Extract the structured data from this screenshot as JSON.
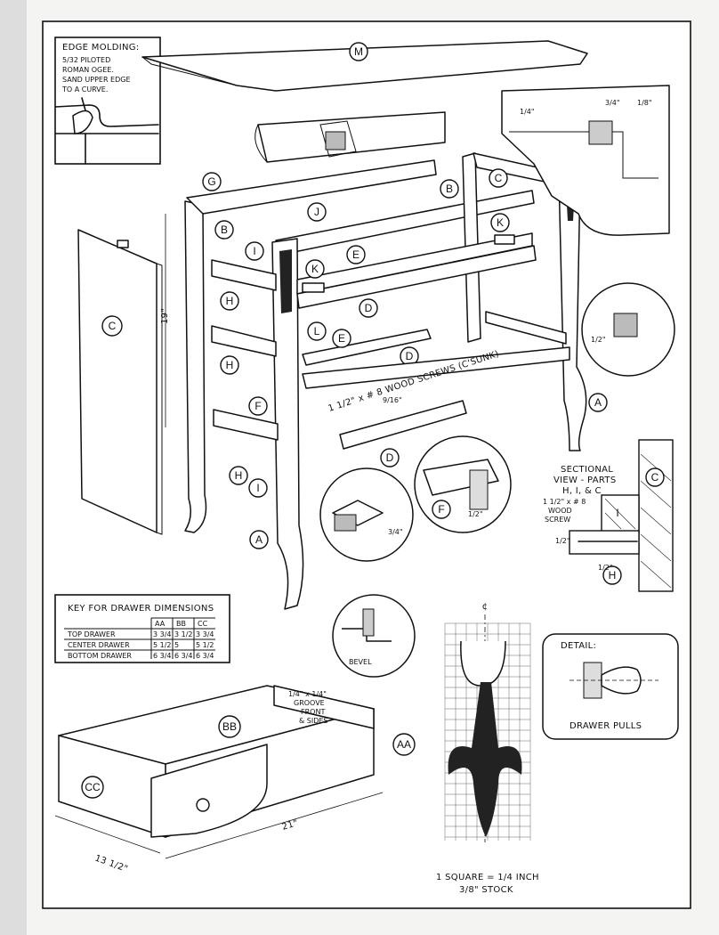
{
  "edge_molding": {
    "title": "EDGE MOLDING:",
    "lines": [
      "5/32 PILOTED",
      "ROMAN OGEE.",
      "SAND UPPER EDGE",
      "TO A CURVE."
    ]
  },
  "part_labels": {
    "top": "M",
    "side_panel": "C",
    "back_rail": "G",
    "leg_top": "B",
    "top_rail": "J",
    "stretcher_e": "E",
    "drawer_runner_k": "K",
    "front_rail_d": "D",
    "guide_l": "L",
    "cleat_i": "I",
    "cleat_h": "H",
    "bottom_rail_f": "F",
    "leg_a": "A"
  },
  "dimensions": {
    "side_height": "19\"",
    "screw_note": "1 1/2\" x # 8 WOOD SCREWS (C'SUNK)",
    "nine_sixteenths": "9/16\"",
    "three_quarters": "3/4\"",
    "one_eighth": "1/8\"",
    "one_quarter": "1/4\"",
    "half": "1/2\"",
    "drawer_length": "21\"",
    "drawer_depth": "13 1/2\""
  },
  "sectional_view": {
    "title_lines": [
      "SECTIONAL",
      "VIEW - PARTS",
      "H, I, & C"
    ],
    "screw_lines": [
      "1 1/2\" x # 8",
      "WOOD",
      "SCREW"
    ],
    "labels": [
      "C",
      "I",
      "H"
    ]
  },
  "drawer_key": {
    "title": "KEY FOR DRAWER DIMENSIONS",
    "columns": [
      "AA",
      "BB",
      "CC"
    ],
    "rows": [
      {
        "name": "TOP DRAWER",
        "values": [
          "3 3/4",
          "3 1/2",
          "3 3/4"
        ]
      },
      {
        "name": "CENTER DRAWER",
        "values": [
          "5 1/2",
          "5",
          "5 1/2"
        ]
      },
      {
        "name": "BOTTOM DRAWER",
        "values": [
          "6 3/4",
          "6 3/4",
          "6 3/4"
        ]
      }
    ]
  },
  "drawer": {
    "labels": [
      "AA",
      "BB",
      "CC"
    ],
    "groove_note_lines": [
      "1/4\" x 1/4\"",
      "GROOVE",
      "FRONT",
      "& SIDES"
    ],
    "bevel": "BEVEL"
  },
  "pattern": {
    "centerline": "¢",
    "scale_note": "1 SQUARE = 1/4 INCH",
    "stock_note": "3/8\" STOCK"
  },
  "detail": {
    "title": "DETAIL:",
    "caption": "DRAWER PULLS"
  },
  "colors": {
    "ink": "#111111",
    "paper": "#f4f4f2"
  }
}
